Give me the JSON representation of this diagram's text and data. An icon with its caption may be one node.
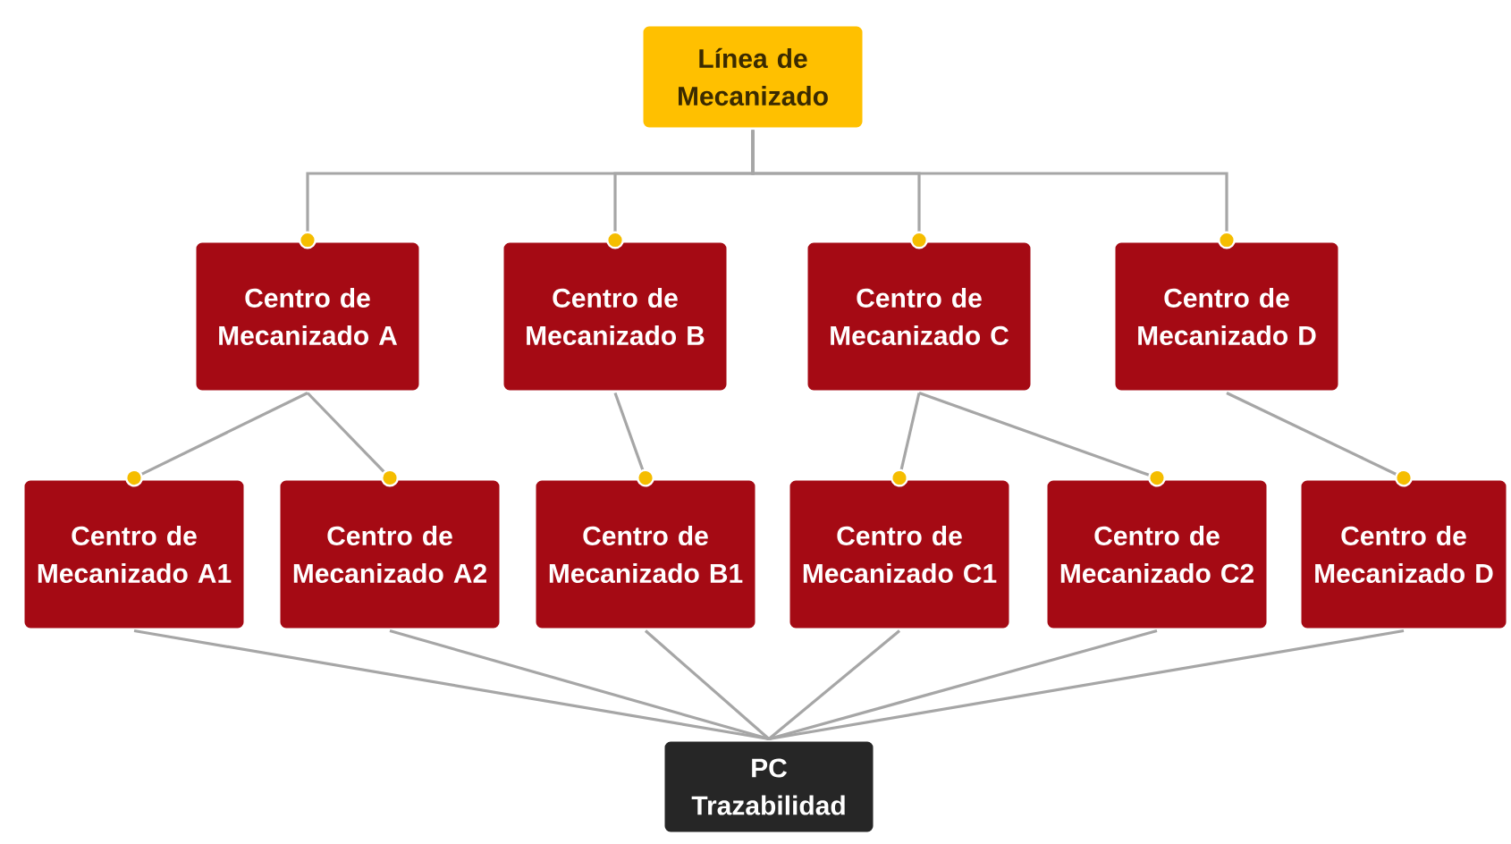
{
  "diagram": {
    "nodes": [
      {
        "text": [
          "Línea de Mecanizado"
        ]
      },
      {
        "text": [
          "Centro de Mecanizado A"
        ]
      },
      {
        "text": [
          "Centro de Mecanizado B"
        ]
      },
      {
        "text": [
          "Centro de Mecanizado C"
        ]
      },
      {
        "text": [
          "Centro de Mecanizado D"
        ]
      },
      {
        "text": [
          "Centro de Mecanizado A1"
        ]
      },
      {
        "text": [
          "Centro de Mecanizado A2"
        ]
      },
      {
        "text": [
          "Centro de Mecanizado B1"
        ]
      },
      {
        "text": [
          "Centro de Mecanizado C1"
        ]
      },
      {
        "text": [
          "Centro de Mecanizado C2"
        ]
      },
      {
        "text": [
          "Centro de Mecanizado D"
        ]
      },
      {
        "text": [
          "PC Trazabilidad"
        ]
      }
    ],
    "edges": [
      {
        "from": 0,
        "to": 1,
        "arrow": "other"
      },
      {
        "from": 0,
        "to": 2,
        "arrow": "other"
      },
      {
        "from": 0,
        "to": 3,
        "arrow": "other"
      },
      {
        "from": 0,
        "to": 4,
        "arrow": "other"
      },
      {
        "from": 1,
        "to": 5,
        "arrow": "other"
      },
      {
        "from": 1,
        "to": 6,
        "arrow": "other"
      },
      {
        "from": 2,
        "to": 7,
        "arrow": "other"
      },
      {
        "from": 3,
        "to": 8,
        "arrow": "other"
      },
      {
        "from": 3,
        "to": 9,
        "arrow": "other"
      },
      {
        "from": 4,
        "to": 10,
        "arrow": "other"
      },
      {
        "from": 5,
        "to": 11,
        "arrow": "none"
      },
      {
        "from": 6,
        "to": 11,
        "arrow": "none"
      },
      {
        "from": 7,
        "to": 11,
        "arrow": "none"
      },
      {
        "from": 8,
        "to": 11,
        "arrow": "none"
      },
      {
        "from": 9,
        "to": 11,
        "arrow": "none"
      },
      {
        "from": 10,
        "to": 11,
        "arrow": "none"
      }
    ]
  }
}
